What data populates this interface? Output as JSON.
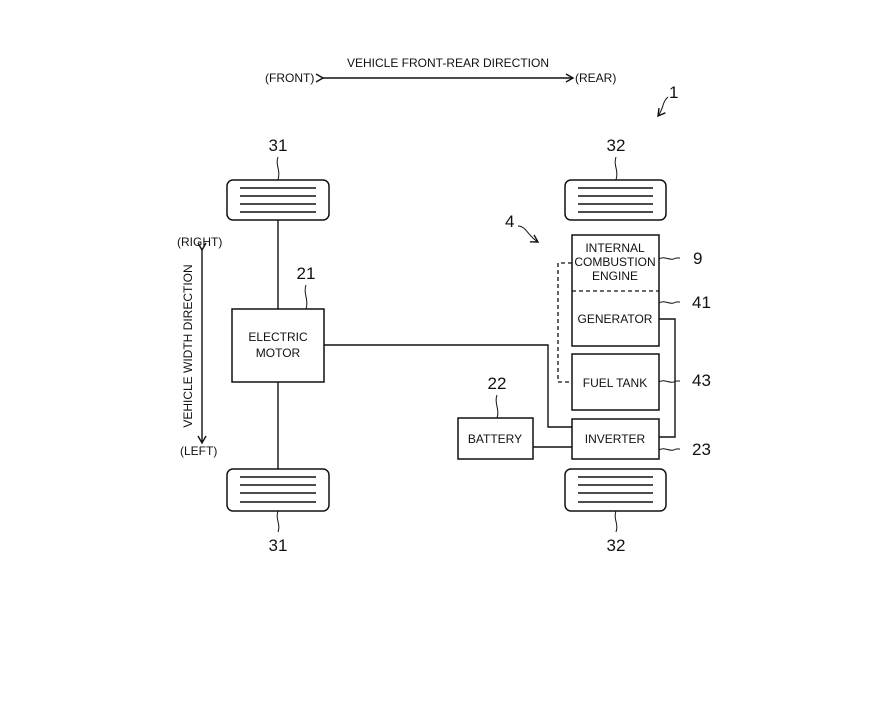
{
  "figure": {
    "ref_vehicle": "1",
    "ref_power_unit": "4",
    "front_rear": {
      "title": "VEHICLE FRONT-REAR DIRECTION",
      "front": "(FRONT)",
      "rear": "(REAR)"
    },
    "width_dir": {
      "title": "VEHICLE WIDTH DIRECTION",
      "right": "(RIGHT)",
      "left": "(LEFT)"
    },
    "components": {
      "electric_motor": {
        "ref": "21",
        "line1": "ELECTRIC",
        "line2": "MOTOR"
      },
      "battery": {
        "ref": "22",
        "label": "BATTERY"
      },
      "inverter": {
        "ref": "23",
        "label": "INVERTER"
      },
      "engine": {
        "ref": "9",
        "line1": "INTERNAL",
        "line2": "COMBUSTION",
        "line3": "ENGINE"
      },
      "generator": {
        "ref": "41",
        "label": "GENERATOR"
      },
      "fuel_tank": {
        "ref": "43",
        "label": "FUEL TANK"
      }
    },
    "wheels": {
      "front_ref": "31",
      "rear_ref": "32"
    }
  }
}
